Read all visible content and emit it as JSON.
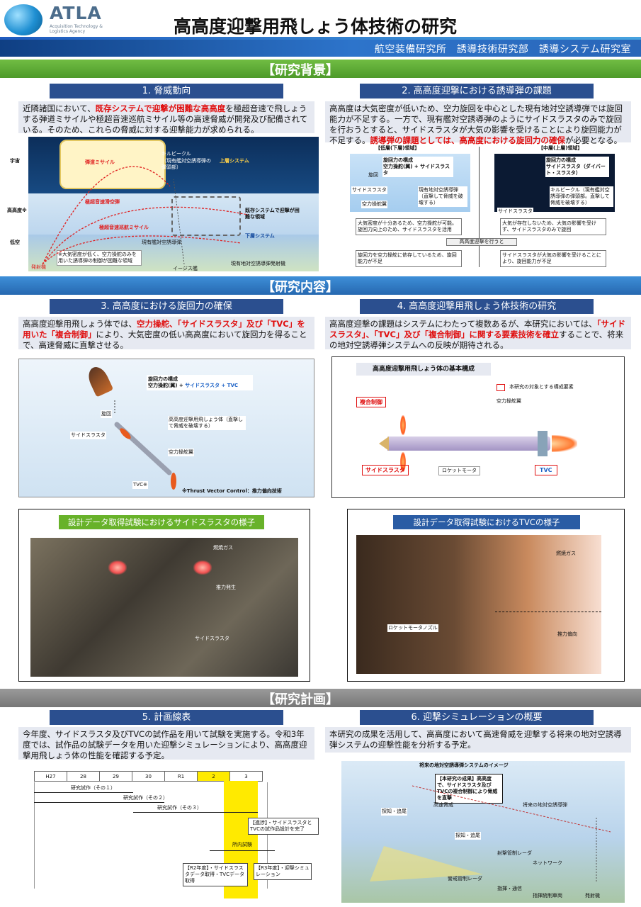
{
  "header": {
    "logo_text": "ATLA",
    "logo_sub": "Acquisition Technology & Logistics Agency",
    "title": "高高度迎撃用飛しょう体技術の研究",
    "department": "航空装備研究所　誘導技術研究部　誘導システム研究室"
  },
  "sections": {
    "background": "【研究背景】",
    "content": "【研究内容】",
    "plan": "【研究計画】"
  },
  "s1": {
    "heading": "1. 脅威動向",
    "text_a": "近隣諸国において、",
    "text_red": "既存システムで迎撃が困難な高高度",
    "text_b": "を極超音速で飛しょうする弾道ミサイルや極超音速巡航ミサイル等の高速脅威が開発及び配備されている。そのため、これらの脅威に対する迎撃能力が求められる。",
    "fig": {
      "alt_high": "宇宙",
      "alt_mid": "高高度※",
      "alt_low": "低空",
      "killvehicle": "キルビークル",
      "killvehicle_sub": "（現有艦対空誘導弾の弾頭部）",
      "upper_system": "上層システム",
      "ballistic": "弾道ミサイル",
      "hypersonic_glide": "極超音速滑空弾",
      "hypersonic_cruise": "極超音速巡航ミサイル",
      "gap": "既存システムで迎撃が困難な領域",
      "lower_system": "下層システム",
      "current_sam": "現有艦対空誘導弾",
      "aegis": "イージス艦",
      "launcher": "発射機",
      "ground_sam": "現有地対空誘導弾発射機",
      "note": "※大気密度が低く、空力操舵のみを用いた誘導弾の制御が困難な領域"
    }
  },
  "s2": {
    "heading": "2. 高高度迎撃における誘導弾の課題",
    "text_a": "高高度は大気密度が低いため、空力旋回を中心とした現有地対空誘導弾では旋回能力が不足する。一方で、現有艦対空誘導弾のようにサイドスラスタのみで旋回を行おうとすると、サイドスラスタが大気の影響を受けることにより旋回能力が不足する。",
    "text_red": "誘導弾の課題としては、高高度における旋回力の確保",
    "text_b": "が必要となる。",
    "fig": {
      "left_title": "【低層(下層)領域】",
      "right_title": "【中層(上層)領域】",
      "left_method": "旋回力の構成",
      "left_formula": "空力操舵(翼) + サイドスラスタ",
      "right_method": "旋回力の構成",
      "right_formula": "サイドスラスタ（ダイバート・スラスタ）",
      "rotate": "旋回",
      "sidethruster": "サイドスラスタ",
      "aero_fin": "空力操舵翼",
      "current_sam": "現有地対空誘導弾（直撃して脅威を破壊する）",
      "killvehicle": "キルビークル（現有艦対空誘導弾の弾頭部。直撃して脅威を破壊する）",
      "left_note": "大気密度が十分あるため、空力操舵が可能。旋回力向上のため、サイドスラスタを活用",
      "right_note": "大気が存在しないため、大気の影響を受けず、サイドスラスタのみで旋回",
      "arrow": "高高度迎撃を行うと",
      "left_result": "旋回力を空力操舵に依存しているため、旋回能力が不足",
      "right_result": "サイドスラスタが大気の影響を受けることにより、旋回能力が不足"
    }
  },
  "s3": {
    "heading": "3. 高高度における旋回力の確保",
    "text_a": "高高度迎撃用飛しょう体では、",
    "text_red1": "空力操舵、「サイドスラスタ」及び「TVC」を用いた「複合制御」",
    "text_b": "により、大気密度の低い高高度において旋回力を得ることで、高速脅威に直撃させる。",
    "fig": {
      "method": "旋回力の構成",
      "formula_a": "空力操舵(翼) + ",
      "formula_b": "サイドスラスタ + TVC",
      "rotate": "旋回",
      "sidethruster": "サイドスラスタ",
      "vehicle": "高高度迎撃用飛しょう体（直撃して脅威を破壊する）",
      "aero_fin": "空力操舵翼",
      "tvc": "TVC※",
      "note": "※Thrust Vector Control：推力偏向技術"
    }
  },
  "s4": {
    "heading": "4. 高高度迎撃用飛しょう体技術の研究",
    "text_a": "高高度迎撃の課題はシステムにわたって複数あるが、本研究においては、",
    "text_red": "「サイドスラスタ」、「TVC」及び「複合制御」に関する要素技術を確立",
    "text_b": "することで、将来の地対空誘導弾システムへの反映が期待される。",
    "fig": {
      "title": "高高度迎撃用飛しょう体の基本構成",
      "legend": "本研究の対象とする構成要素",
      "composite": "複合制御",
      "aero_fin": "空力操舵翼",
      "sidethruster": "サイドスラスタ",
      "rocket_motor": "ロケットモータ",
      "tvc": "TVC"
    }
  },
  "photos": {
    "left_title": "設計データ取得試験におけるサイドスラスタの様子",
    "left_labels": [
      "燃焼ガス",
      "推力発生",
      "サイドスラスタ"
    ],
    "right_title": "設計データ取得試験におけるTVCの様子",
    "right_labels": [
      "燃焼ガス",
      "ロケットモータノズル",
      "推力偏向"
    ]
  },
  "s5": {
    "heading": "5. 計画線表",
    "text": "今年度、サイドスラスタ及びTVCの試作品を用いて試験を実施する。令和3年度では、試作品の試験データを用いた迎撃シミュレーションにより、高高度迎撃用飛しょう体の性能を確認する予定。",
    "years": [
      "H27",
      "28",
      "29",
      "30",
      "R1",
      "2",
      "3"
    ],
    "rows": [
      "研究試作（その１）",
      "研究試作（その２）",
      "研究試作（その３）",
      "所内試験"
    ],
    "status": "【進捗】・サイドスラスタとTVCの試作品設計を完了",
    "r2": "【R2年度】・サイドスラスタデータ取得・TVCデータ取得",
    "r3": "【R3年度】・迎撃シミュレーション"
  },
  "s6": {
    "heading": "6. 迎撃シミュレーションの概要",
    "text": "本研究の成果を活用して、高高度において高速脅威を迎撃する将来の地対空誘導弾システムの迎撃性能を分析する予定。",
    "fig": {
      "title": "将来の地対空誘導弾システムのイメージ",
      "callout": "【本研究の成果】高高度で、サイドスラスタ及びTVCの複合制御により脅威を直撃",
      "threat": "高速脅威",
      "future_sam": "将来の地対空誘導弾",
      "track1": "探知・追尾",
      "track2": "探知・追尾",
      "fire_radar": "射撃管制レーダ",
      "network": "ネットワーク",
      "warning_radar": "警戒管制レーダ",
      "command": "指揮・通信",
      "cmd_post": "指揮統制車両",
      "launcher": "発射機"
    }
  },
  "colors": {
    "accent": "#2b4f8f",
    "red": "#e01010",
    "green": "#68b22a"
  }
}
